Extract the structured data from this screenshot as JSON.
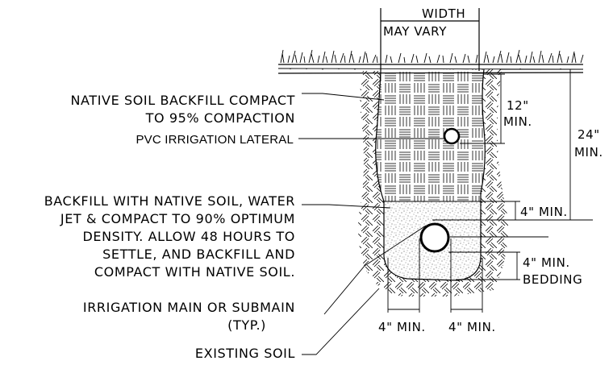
{
  "title": "",
  "width_label_line1": "WIDTH",
  "width_label_line2": "MAY VARY",
  "dim_12": "12\"",
  "dim_12_min": "MIN.",
  "dim_24": "24\"",
  "dim_24_min": "MIN.",
  "dim_4_side": "4\" MIN.",
  "dim_4_bedding_line1": "4\" MIN.",
  "dim_4_bedding_line2": "BEDDING",
  "dim_4_left_bottom": "4\" MIN.",
  "dim_4_right_bottom": "4\" MIN.",
  "labels": {
    "native_backfill_line1": "NATIVE SOIL BACKFILL COMPACT",
    "native_backfill_line2": "TO 95% COMPACTION",
    "pvc_lateral": "PVC IRRIGATION LATERAL",
    "backfill_water_line1": "BACKFILL WITH NATIVE SOIL, WATER",
    "backfill_water_line2": "JET & COMPACT  TO 90% OPTIMUM",
    "backfill_water_line3": "DENSITY.  ALLOW 48 HOURS TO",
    "backfill_water_line4": "SETTLE, AND BACKFILL AND",
    "backfill_water_line5": "COMPACT  WITH NATIVE SOIL.",
    "main_line1": "IRRIGATION MAIN OR SUBMAIN",
    "main_line2": "(TYP.)",
    "existing_soil": "EXISTING SOIL"
  }
}
